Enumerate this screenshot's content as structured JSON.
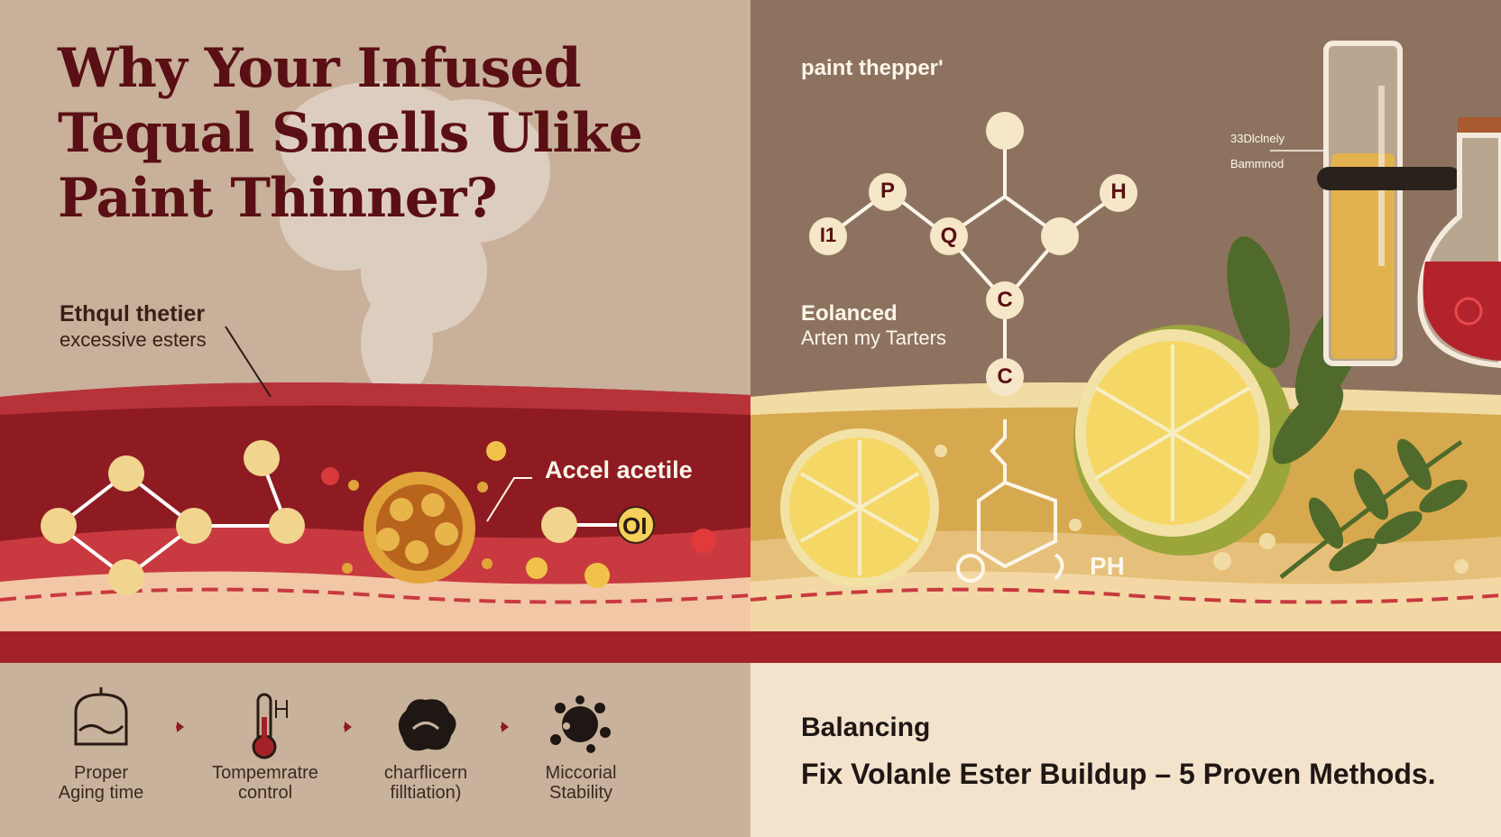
{
  "title": {
    "lines": [
      "Why Your Infused",
      "Tequal Smells Ulike",
      "Paint Thinner?"
    ]
  },
  "left_panel": {
    "callout": {
      "line1": "Ethqul thetier",
      "line2": "excessive esters"
    },
    "reaction_label": "Accel acetile",
    "molecule_tag": "OI"
  },
  "right_panel": {
    "header": "paint thepper'",
    "balance_label": {
      "line1": "Eolanced",
      "line2": "Arten my Tarters"
    },
    "atoms": [
      "P",
      "I1",
      "Q",
      "H",
      "C",
      "C"
    ],
    "ph_label": "PH",
    "tube_labels": [
      "33Dlclnely",
      "Bammnod"
    ]
  },
  "steps": [
    {
      "icon": "aging-vessel-icon",
      "line1": "Proper",
      "line2": "Aging time"
    },
    {
      "icon": "thermometer-icon",
      "line1": "Tompemratre",
      "line2": "control"
    },
    {
      "icon": "charcoal-filter-icon",
      "line1": "charflicern",
      "line2": "filltiation)"
    },
    {
      "icon": "microbe-icon",
      "line1": "Miccorial",
      "line2": "Stability"
    }
  ],
  "footer": {
    "kicker": "Balancing",
    "headline": "Fix Volanle Ester Buildup – 5 Proven Methods."
  },
  "colors": {
    "title": "#5a0f14",
    "liquid_left": "#8e1b22",
    "liquid_right": "#d7a94e",
    "background_left": "#c8b09a",
    "background_right": "#8d735f",
    "accent_molecule": "#f1d58e"
  }
}
